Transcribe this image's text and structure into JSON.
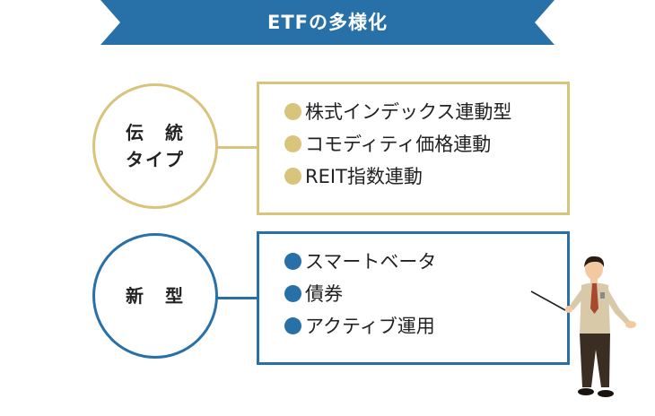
{
  "title": "ETFの多様化",
  "groups": [
    {
      "name_lines": [
        "伝　統",
        "タイプ"
      ],
      "color": "#d8c47b",
      "items": [
        "株式インデックス連動型",
        "コモディティ価格連動",
        "REIT指数連動"
      ]
    },
    {
      "name_lines": [
        "新　型"
      ],
      "color": "#2870a8",
      "items": [
        "スマートベータ",
        "債券",
        "アクティブ運用"
      ]
    }
  ],
  "colors": {
    "ribbon": "#2870a8",
    "gold": "#d8c47b",
    "blue": "#2870a8"
  },
  "icons": {
    "illustration": "presenter-with-pointer-icon"
  }
}
